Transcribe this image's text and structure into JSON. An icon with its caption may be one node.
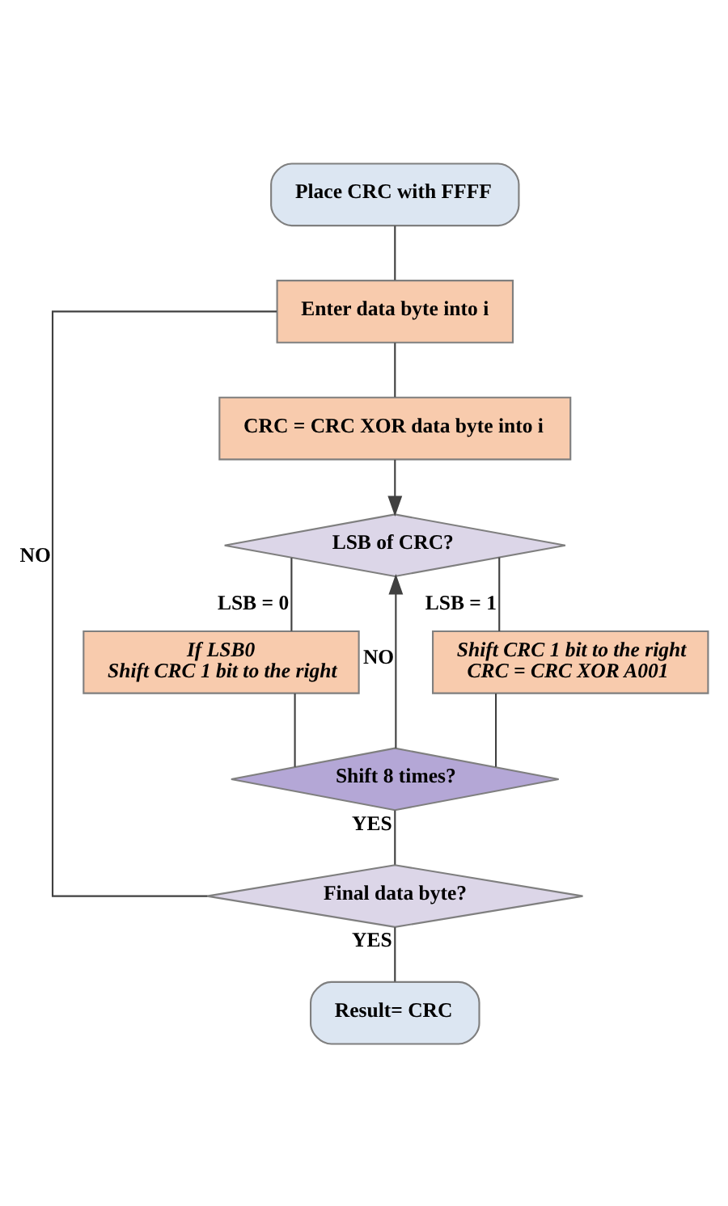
{
  "diagram": {
    "nodes": [
      {
        "text": [
          "Place CRC with FFFF"
        ]
      },
      {
        "text": [
          "Enter data byte into i"
        ]
      },
      {
        "text": [
          "CRC = CRC XOR data byte into i"
        ]
      },
      {
        "text": [
          "LSB of CRC?"
        ]
      },
      {
        "text": [
          "If LSB0",
          "Shift CRC 1 bit to the right"
        ]
      },
      {
        "text": [
          "Shift CRC 1 bit to the right",
          "CRC = CRC XOR A001"
        ]
      },
      {
        "text": [
          "Shift 8 times?"
        ]
      },
      {
        "text": [
          "Final data byte?"
        ]
      },
      {
        "text": [
          "Result= CRC"
        ]
      }
    ],
    "edges": [
      {
        "from": 0,
        "to": 1,
        "arrow": "none"
      },
      {
        "from": 1,
        "to": 2,
        "arrow": "none"
      },
      {
        "from": 2,
        "to": 3,
        "arrow": "to"
      },
      {
        "from": 3,
        "to": 4,
        "arrow": "none",
        "label": "LSB = 0"
      },
      {
        "from": 3,
        "to": 5,
        "arrow": "none",
        "label": "LSB = 1"
      },
      {
        "from": 4,
        "to": 6,
        "arrow": "none"
      },
      {
        "from": 5,
        "to": 6,
        "arrow": "none"
      },
      {
        "from": 6,
        "to": 3,
        "arrow": "to",
        "label": "NO"
      },
      {
        "from": 6,
        "to": 7,
        "arrow": "none",
        "label": "YES"
      },
      {
        "from": 7,
        "to": 1,
        "arrow": "none",
        "label": "NO"
      },
      {
        "from": 7,
        "to": 8,
        "arrow": "none",
        "label": "YES"
      }
    ]
  }
}
